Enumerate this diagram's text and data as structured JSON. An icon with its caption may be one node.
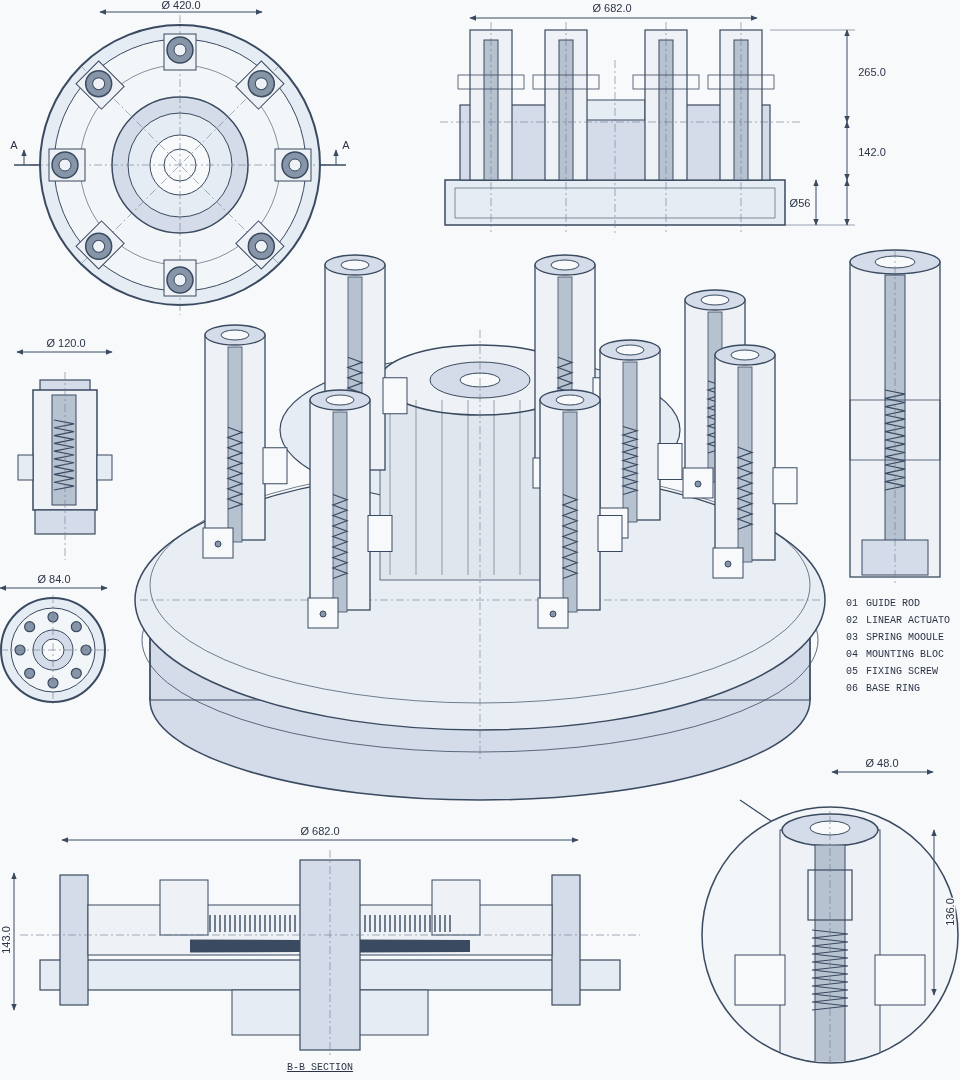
{
  "diagram": {
    "nodes": [
      {
        "text": [],
        "shape": "picture"
      },
      {
        "text": [],
        "shape": "circle"
      }
    ],
    "edges": [
      {
        "from": 0,
        "to": 1,
        "arrow": "none"
      }
    ],
    "labels": [
      "Ø 420.0",
      "Ø 682.0",
      "A",
      "A",
      "265.0",
      "142.0",
      "Ø56",
      "Ø 120.0",
      "Ø 84.0",
      "01",
      "GUIDE ROD",
      "02",
      "LINEAR ACTUATO",
      "03",
      "SPRING MOOULE",
      "04",
      "MOUNTING BLOC",
      "05",
      "FIXING SCREW",
      "06",
      "BASE RING",
      "Ø 48.0",
      "136.0",
      "Ø 682.0",
      "143.0",
      "B-B SECTION"
    ]
  }
}
